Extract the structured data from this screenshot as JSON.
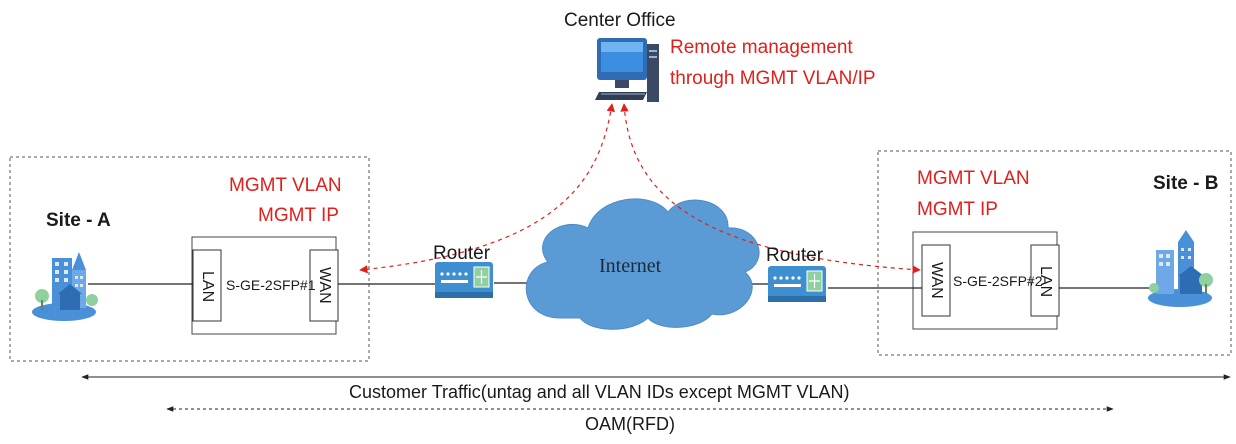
{
  "center": {
    "title": "Center Office",
    "note_line1": "Remote management",
    "note_line2": "through MGMT VLAN/IP",
    "computer_icon": "computer-icon"
  },
  "site_a": {
    "name": "Site - A",
    "mgmt_vlan": "MGMT VLAN",
    "mgmt_ip": "MGMT IP",
    "device": {
      "name": "S-GE-2SFP#1",
      "port_left": "LAN",
      "port_right": "WAN"
    },
    "building_icon": "buildings-icon"
  },
  "site_b": {
    "name": "Site - B",
    "mgmt_vlan": "MGMT VLAN",
    "mgmt_ip": "MGMT IP",
    "device": {
      "name": "S-GE-2SFP#2",
      "port_left": "WAN",
      "port_right": "LAN"
    },
    "building_icon": "buildings-icon"
  },
  "router_left": {
    "label": "Router",
    "icon": "router-icon"
  },
  "router_right": {
    "label": "Router",
    "icon": "router-icon"
  },
  "cloud": {
    "label": "Internet",
    "icon": "cloud-icon"
  },
  "traffic": {
    "customer": "Customer Traffic(untag and all VLAN IDs except MGMT VLAN)",
    "oam": "OAM(RFD)"
  },
  "colors": {
    "accent_red": "#e0201c",
    "cloud_blue": "#5b9bd5",
    "router_blue": "#3d8fcf",
    "building_blue": "#4a90d9"
  }
}
